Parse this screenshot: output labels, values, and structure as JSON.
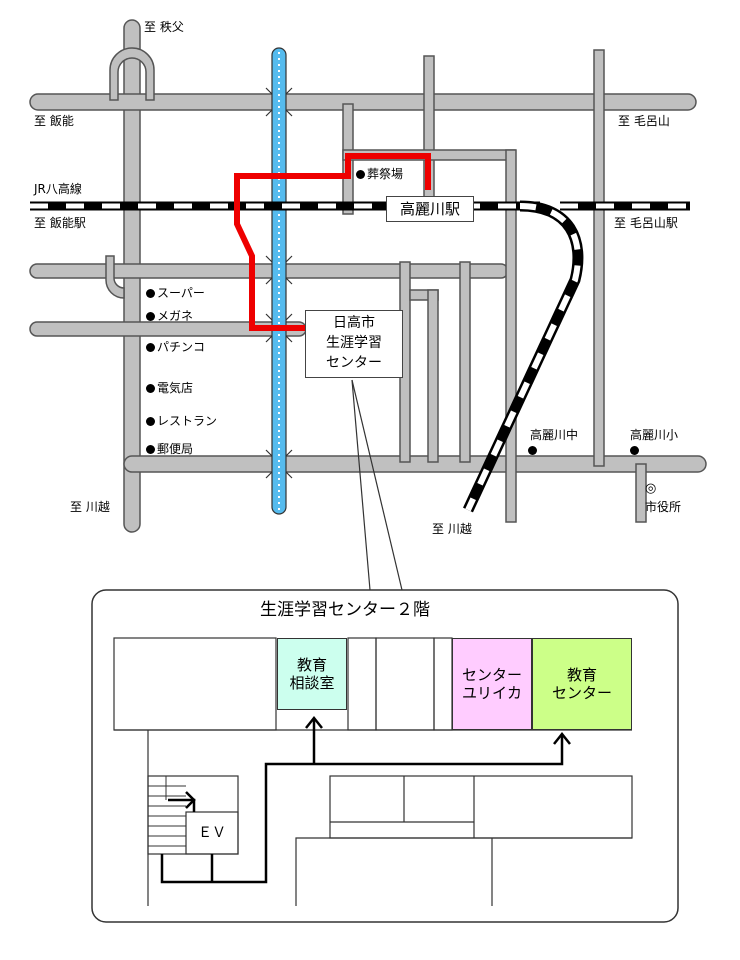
{
  "labels": {
    "to_chichibu": "至 秩父",
    "to_hanno": "至 飯能",
    "to_moroyama": "至 毛呂山",
    "jr_line": "JR八高線",
    "to_hanno_station": "至 飯能駅",
    "to_moroyama_station": "至 毛呂山駅",
    "to_kawagoe_west": "至 川越",
    "to_kawagoe_south": "至 川越",
    "city_hall": "市役所",
    "city_hall_symbol": "◎"
  },
  "station": {
    "name": "高麗川駅"
  },
  "destination": {
    "line1": "日高市",
    "line2": "生涯学習",
    "line3": "センター"
  },
  "landmarks": [
    {
      "name": "葬祭場"
    },
    {
      "name": "スーパー"
    },
    {
      "name": "メガネ"
    },
    {
      "name": "パチンコ"
    },
    {
      "name": "電気店"
    },
    {
      "name": "レストラン"
    },
    {
      "name": "郵便局"
    }
  ],
  "schools": [
    {
      "name": "高麗川中"
    },
    {
      "name": "高麗川小"
    }
  ],
  "floor": {
    "title": "生涯学習センター２階",
    "rooms": {
      "consult": {
        "line1": "教育",
        "line2": "相談室",
        "color": "#ccffee"
      },
      "yurika": {
        "line1": "センター",
        "line2": "ユリイカ",
        "color": "#ffccff"
      },
      "edu_center": {
        "line1": "教育",
        "line2": "センター",
        "color": "#ccff88"
      }
    },
    "ev": "ＥＶ"
  },
  "colors": {
    "route": "#ee0000",
    "river": "#55bbee",
    "road": "#c0c0c0"
  }
}
